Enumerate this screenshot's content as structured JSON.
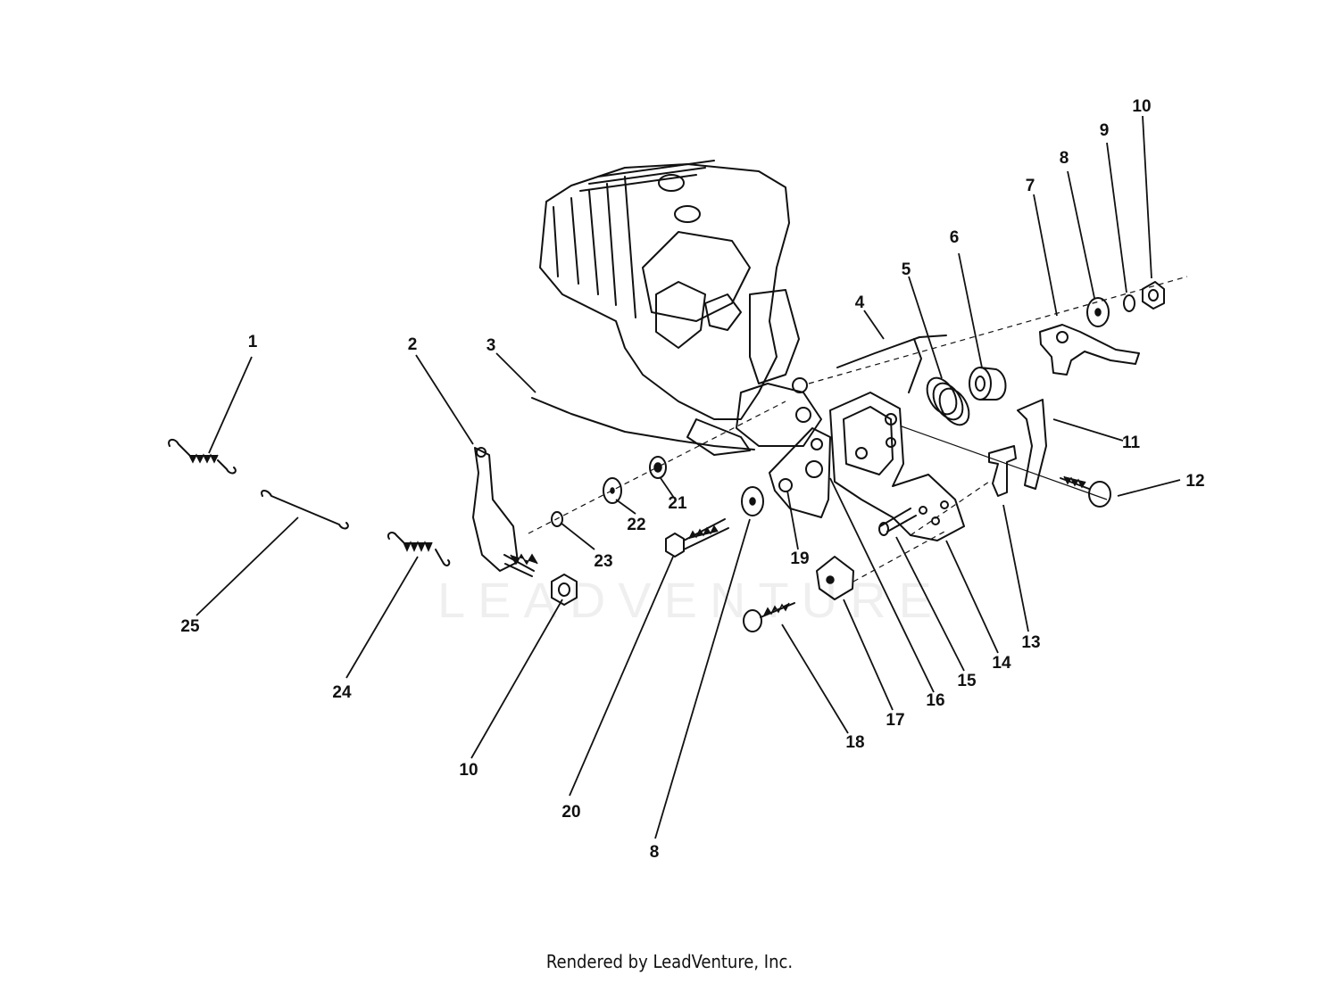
{
  "diagram": {
    "callouts": [
      "1",
      "2",
      "3",
      "4",
      "5",
      "6",
      "7",
      "8",
      "9",
      "10",
      "10",
      "11",
      "12",
      "13",
      "14",
      "15",
      "16",
      "17",
      "18",
      "19",
      "20",
      "8",
      "21",
      "22",
      "23",
      "24",
      "25"
    ]
  },
  "watermark": {
    "text": "LEADVENTURE"
  },
  "footer": {
    "text": "Rendered by LeadVenture, Inc."
  }
}
